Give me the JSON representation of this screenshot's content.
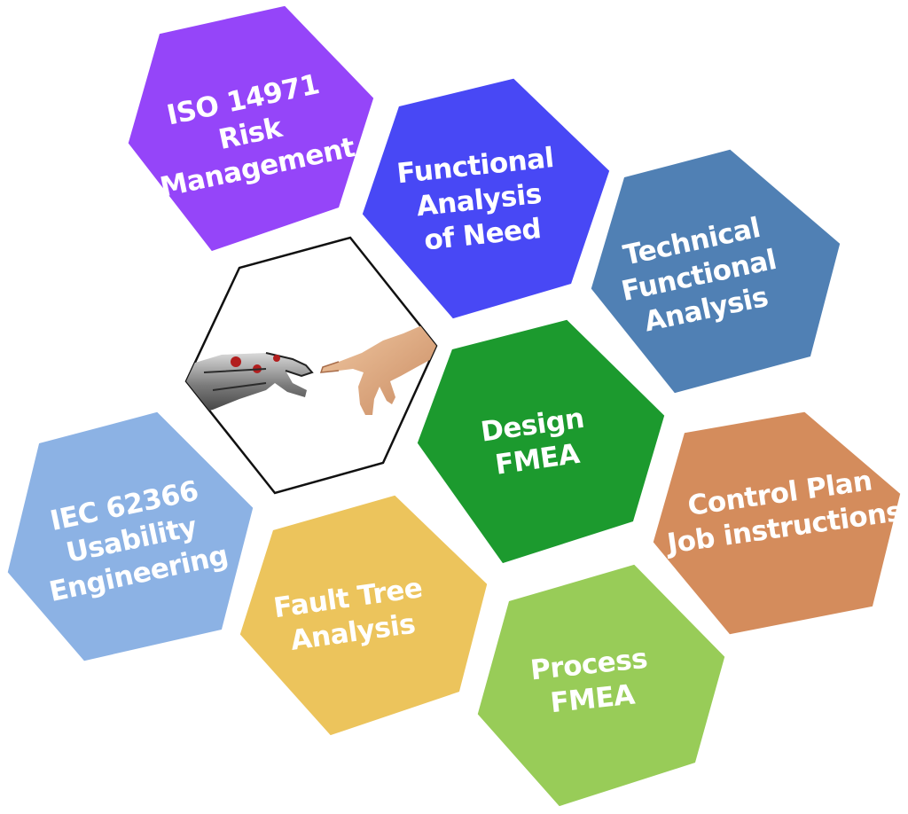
{
  "tiles": [
    {
      "id": "iso-14971",
      "lines": [
        "ISO 14971",
        "Risk",
        "Management"
      ],
      "color": "#9545f9"
    },
    {
      "id": "functional-analysis-of-need",
      "lines": [
        "Functional",
        "Analysis",
        "of Need"
      ],
      "color": "#4848f5"
    },
    {
      "id": "technical-functional-analysis",
      "lines": [
        "Technical",
        "Functional",
        "Analysis"
      ],
      "color": "#5080b4"
    },
    {
      "id": "design-fmea",
      "lines": [
        "Design",
        "FMEA"
      ],
      "color": "#1c9a2e"
    },
    {
      "id": "control-plan",
      "lines": [
        "Control Plan",
        "Job instructions"
      ],
      "color": "#d48c5c"
    },
    {
      "id": "iec-62366",
      "lines": [
        "IEC 62366",
        "Usability",
        "Engineering"
      ],
      "color": "#8cb2e4"
    },
    {
      "id": "fault-tree-analysis",
      "lines": [
        "Fault Tree",
        "Analysis"
      ],
      "color": "#ecc45c"
    },
    {
      "id": "process-fmea",
      "lines": [
        "Process",
        "FMEA"
      ],
      "color": "#98cc58"
    }
  ],
  "center_image": {
    "icon": "robot-and-human-hands-icon"
  }
}
